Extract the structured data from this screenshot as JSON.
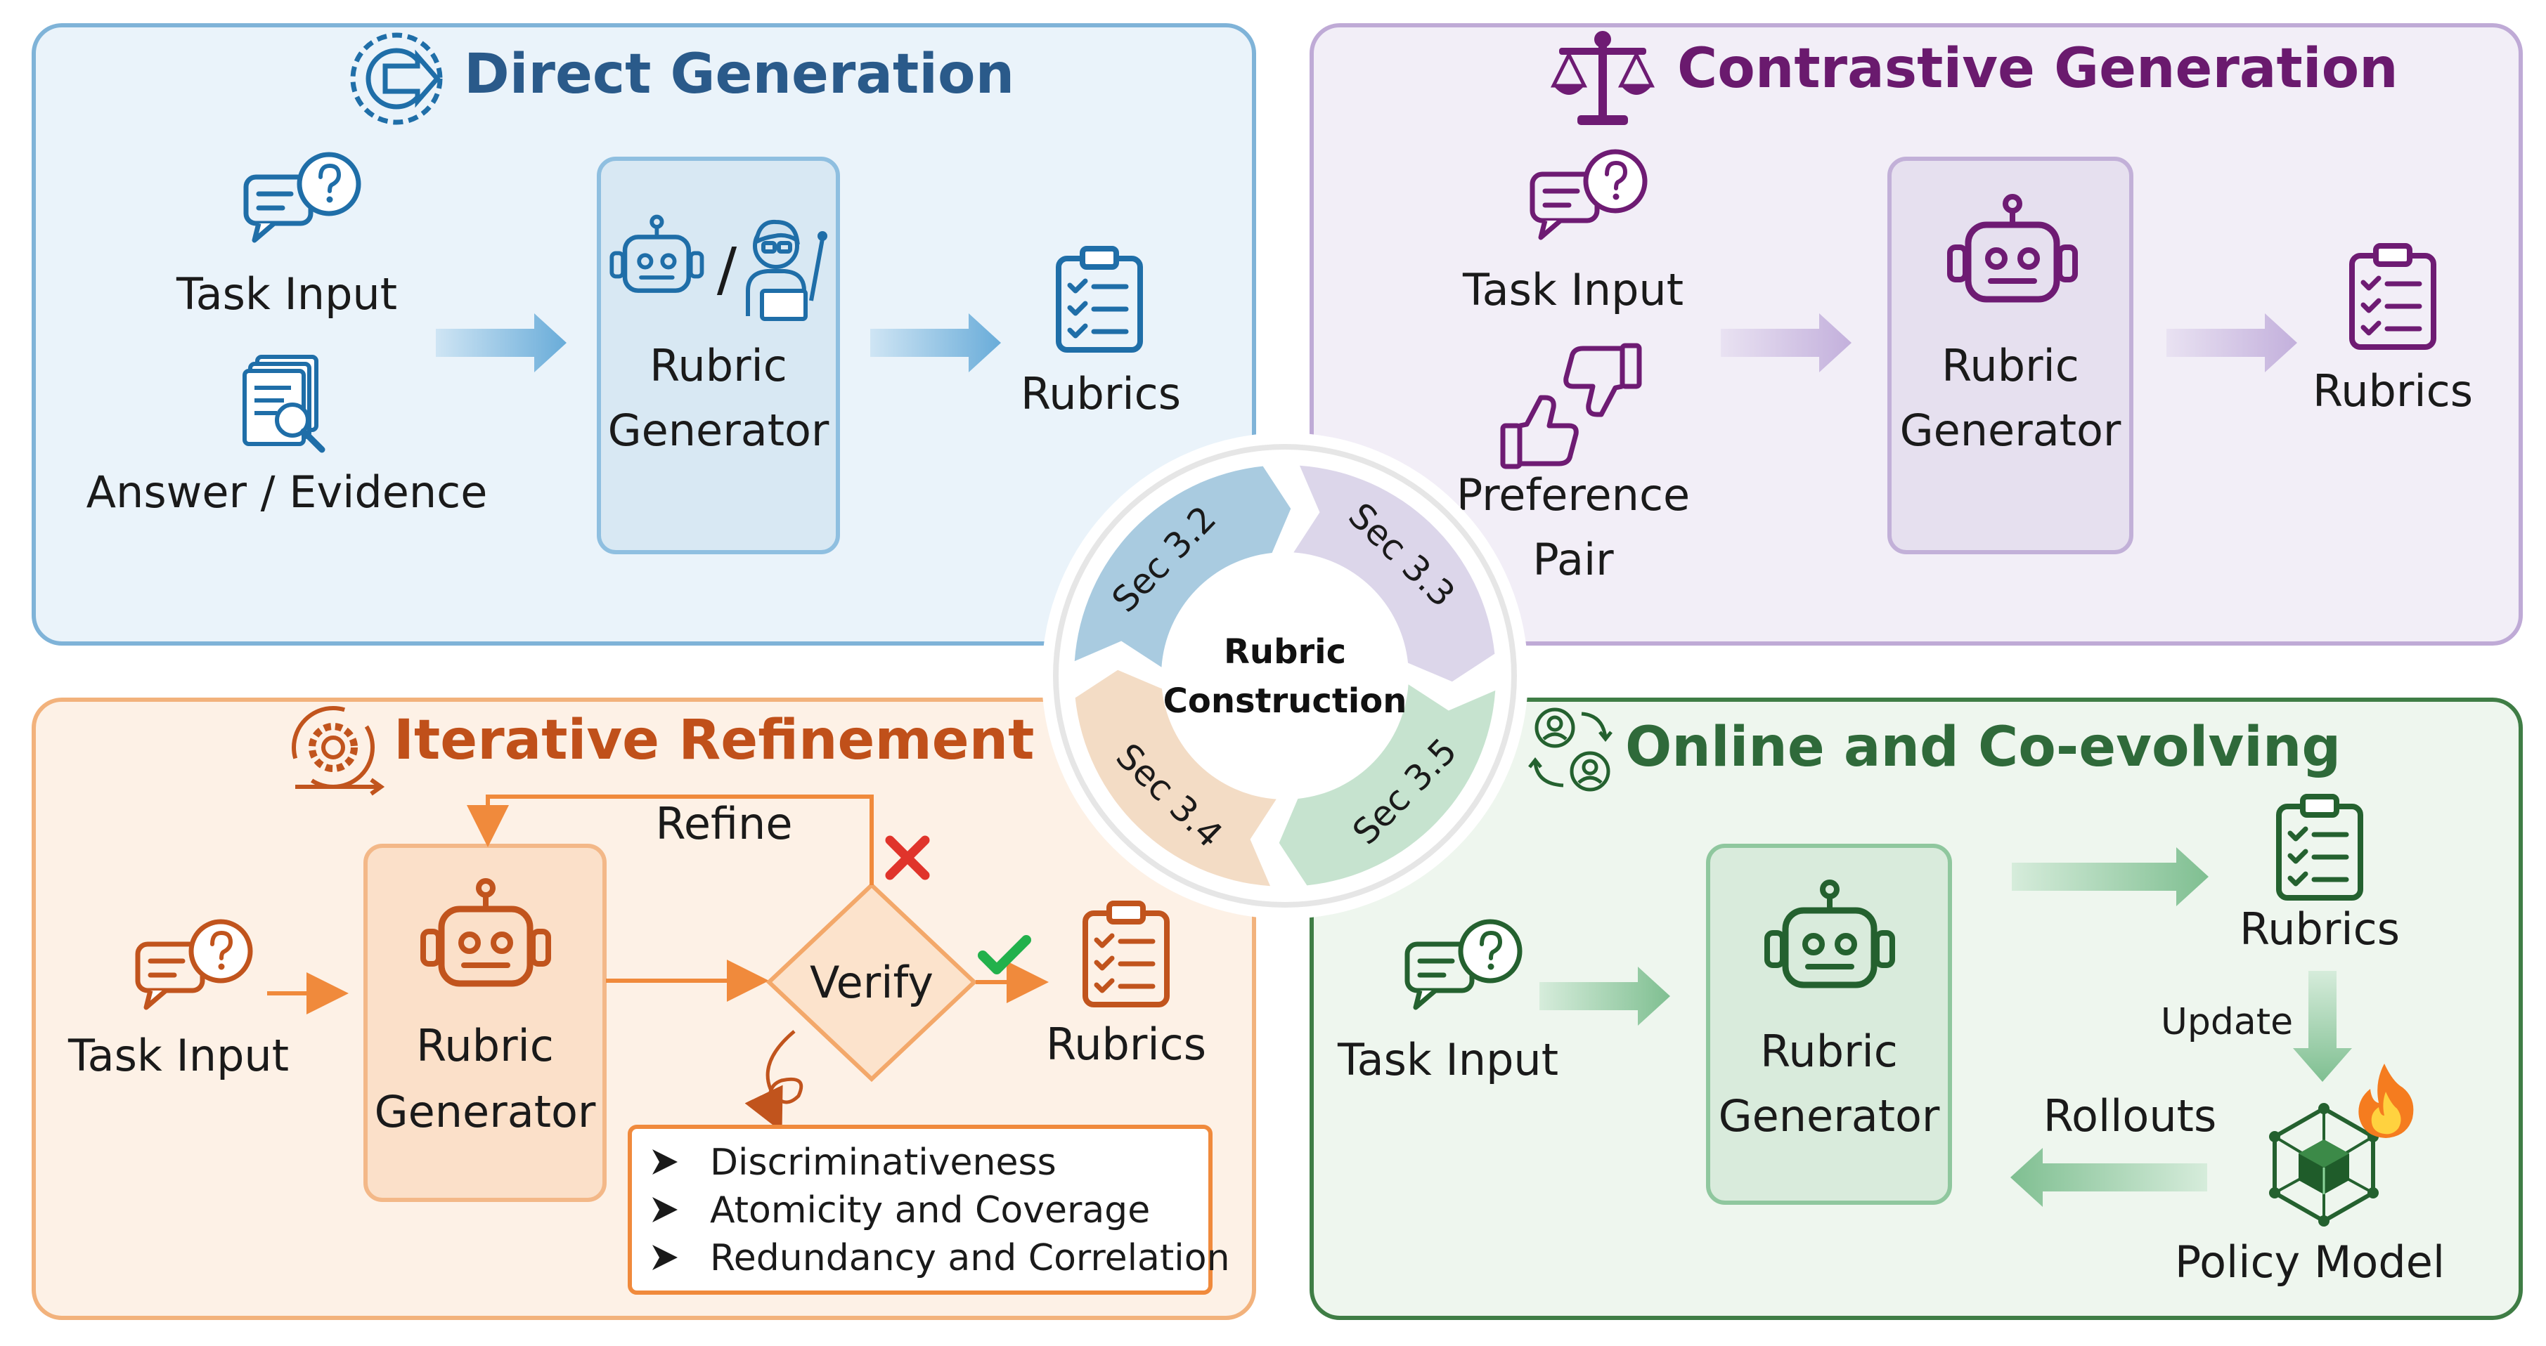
{
  "center": {
    "label_line1": "Rubric",
    "label_line2": "Construction",
    "segments": [
      {
        "label": "Sec 3.2",
        "color": "#a9cbe0"
      },
      {
        "label": "Sec 3.3",
        "color": "#dcd6ea"
      },
      {
        "label": "Sec 3.4",
        "color": "#f3dcc5"
      },
      {
        "label": "Sec 3.5",
        "color": "#c6e3cf"
      }
    ]
  },
  "direct": {
    "title": "Direct Generation",
    "task_input": "Task Input",
    "answer_evidence": "Answer / Evidence",
    "generator_line1": "Rubric",
    "generator_line2": "Generator",
    "slash": "/",
    "rubrics": "Rubrics",
    "colors": {
      "panel_bg": "#eaf3fa",
      "panel_border": "#7fb3d8",
      "title": "#2a5a8a",
      "icon": "#1f6ea8",
      "arrow": "#7cb8e0"
    }
  },
  "contrastive": {
    "title": "Contrastive Generation",
    "task_input": "Task Input",
    "preference_line1": "Preference",
    "preference_line2": "Pair",
    "generator_line1": "Rubric",
    "generator_line2": "Generator",
    "rubrics": "Rubrics",
    "colors": {
      "panel_bg": "#f2eef7",
      "panel_border": "#bfaad6",
      "title": "#6a1a6e",
      "icon": "#6e1b73",
      "arrow": "#cdbde2"
    }
  },
  "iterative": {
    "title": "Iterative Refinement",
    "task_input": "Task Input",
    "generator_line1": "Rubric",
    "generator_line2": "Generator",
    "verify": "Verify",
    "refine": "Refine",
    "rubrics": "Rubrics",
    "criteria": [
      "Discriminativeness",
      "Atomicity and Coverage",
      "Redundancy and Correlation"
    ],
    "colors": {
      "panel_bg": "#fdf1e6",
      "panel_border": "#f2b27c",
      "title": "#c0501a",
      "icon": "#c1541d",
      "arrow": "#f08a3c",
      "cross": "#e0342b",
      "check": "#22b14c"
    }
  },
  "online": {
    "title": "Online and Co-evolving",
    "task_input": "Task Input",
    "generator_line1": "Rubric",
    "generator_line2": "Generator",
    "rubrics": "Rubrics",
    "update": "Update",
    "rollouts": "Rollouts",
    "policy_model": "Policy Model",
    "colors": {
      "panel_bg": "#eef6ee",
      "panel_border": "#3f7d45",
      "title": "#2f6a3a",
      "icon": "#24612f",
      "arrow": "#8fc79e"
    }
  }
}
